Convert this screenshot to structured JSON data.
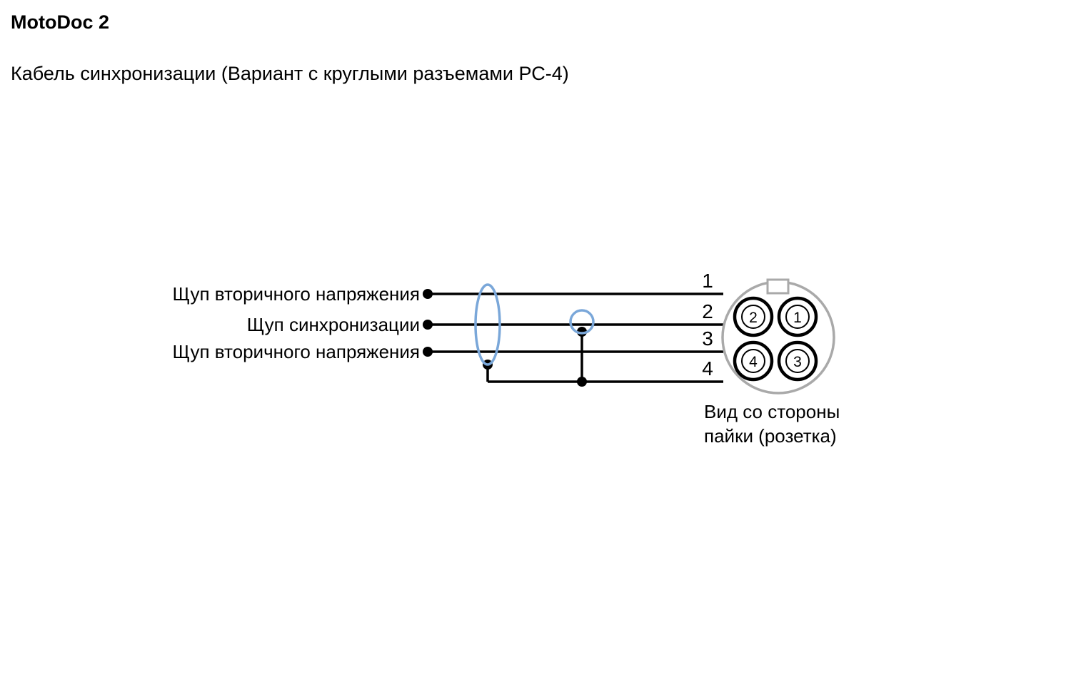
{
  "header": {
    "app_title": "MotoDoc 2",
    "subtitle": "Кабель синхронизации (Вариант с круглыми разъемами РС-4)"
  },
  "diagram": {
    "wires": [
      {
        "label": "Щуп вторичного напряжения",
        "pin": "1"
      },
      {
        "label": "Щуп синхронизации",
        "pin": "2"
      },
      {
        "label": "Щуп вторичного напряжения",
        "pin": "3"
      },
      {
        "label": "",
        "pin": "4"
      }
    ],
    "connector": {
      "pins": [
        "2",
        "1",
        "4",
        "3"
      ],
      "caption_line1": "Вид со стороны",
      "caption_line2": "пайки (розетка)"
    },
    "colors": {
      "wire": "#000000",
      "shield_marker": "#7aa7d9",
      "connector_outline": "#a9a9a9"
    }
  }
}
